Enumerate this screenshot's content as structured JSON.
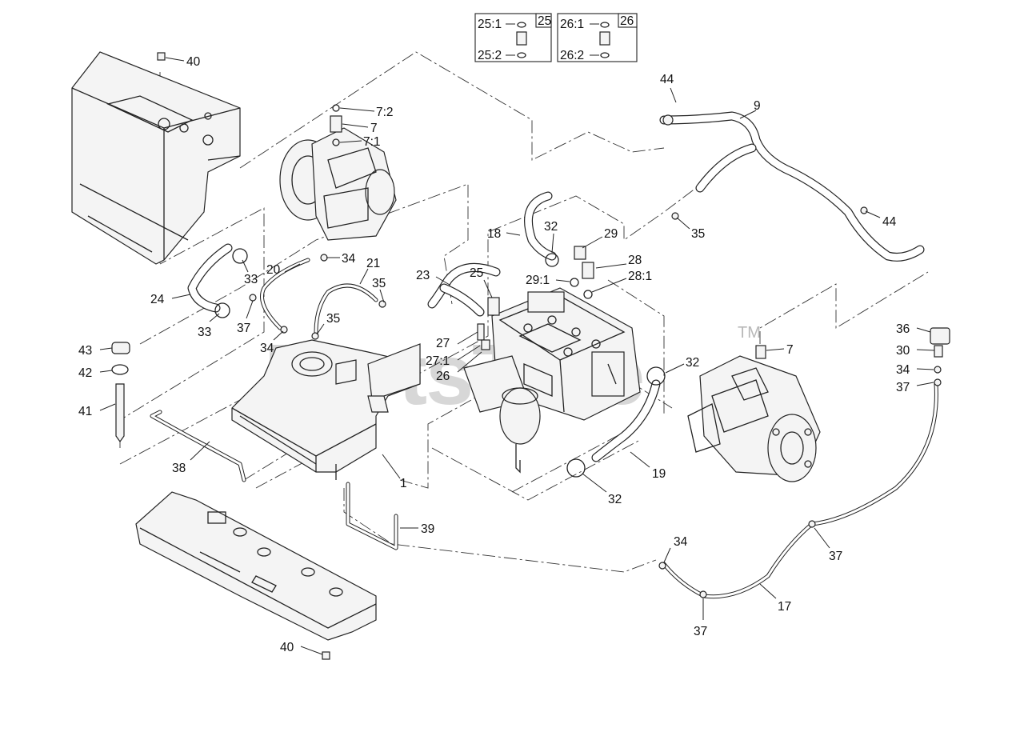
{
  "watermark": {
    "text": "PartsTree",
    "tm": "TM"
  },
  "inset_boxes": [
    {
      "id": "25",
      "label": "25",
      "top": "25:1",
      "bottom": "25:2"
    },
    {
      "id": "26",
      "label": "26",
      "top": "26:1",
      "bottom": "26:2"
    }
  ],
  "callouts": [
    {
      "id": "40a",
      "text": "40"
    },
    {
      "id": "72",
      "text": "7:2"
    },
    {
      "id": "7a",
      "text": "7"
    },
    {
      "id": "71",
      "text": "7:1"
    },
    {
      "id": "44a",
      "text": "44"
    },
    {
      "id": "9",
      "text": "9"
    },
    {
      "id": "44b",
      "text": "44"
    },
    {
      "id": "35a",
      "text": "35"
    },
    {
      "id": "18",
      "text": "18"
    },
    {
      "id": "32a",
      "text": "32"
    },
    {
      "id": "29",
      "text": "29"
    },
    {
      "id": "28",
      "text": "28"
    },
    {
      "id": "291",
      "text": "29:1"
    },
    {
      "id": "281",
      "text": "28:1"
    },
    {
      "id": "34a",
      "text": "34"
    },
    {
      "id": "20",
      "text": "20"
    },
    {
      "id": "21",
      "text": "21"
    },
    {
      "id": "33a",
      "text": "33"
    },
    {
      "id": "35b",
      "text": "35"
    },
    {
      "id": "23",
      "text": "23"
    },
    {
      "id": "25",
      "text": "25"
    },
    {
      "id": "24",
      "text": "24"
    },
    {
      "id": "37a",
      "text": "37"
    },
    {
      "id": "35c",
      "text": "35"
    },
    {
      "id": "33b",
      "text": "33"
    },
    {
      "id": "34b",
      "text": "34"
    },
    {
      "id": "27",
      "text": "27"
    },
    {
      "id": "271",
      "text": "27:1"
    },
    {
      "id": "26",
      "text": "26"
    },
    {
      "id": "36",
      "text": "36"
    },
    {
      "id": "30",
      "text": "30"
    },
    {
      "id": "34c",
      "text": "34"
    },
    {
      "id": "37b",
      "text": "37"
    },
    {
      "id": "7b",
      "text": "7"
    },
    {
      "id": "32b",
      "text": "32"
    },
    {
      "id": "43",
      "text": "43"
    },
    {
      "id": "42",
      "text": "42"
    },
    {
      "id": "41",
      "text": "41"
    },
    {
      "id": "38",
      "text": "38"
    },
    {
      "id": "1",
      "text": "1"
    },
    {
      "id": "19",
      "text": "19"
    },
    {
      "id": "32c",
      "text": "32"
    },
    {
      "id": "39",
      "text": "39"
    },
    {
      "id": "34d",
      "text": "34"
    },
    {
      "id": "37c",
      "text": "37"
    },
    {
      "id": "17",
      "text": "17"
    },
    {
      "id": "37d",
      "text": "37"
    },
    {
      "id": "40b",
      "text": "40"
    }
  ]
}
